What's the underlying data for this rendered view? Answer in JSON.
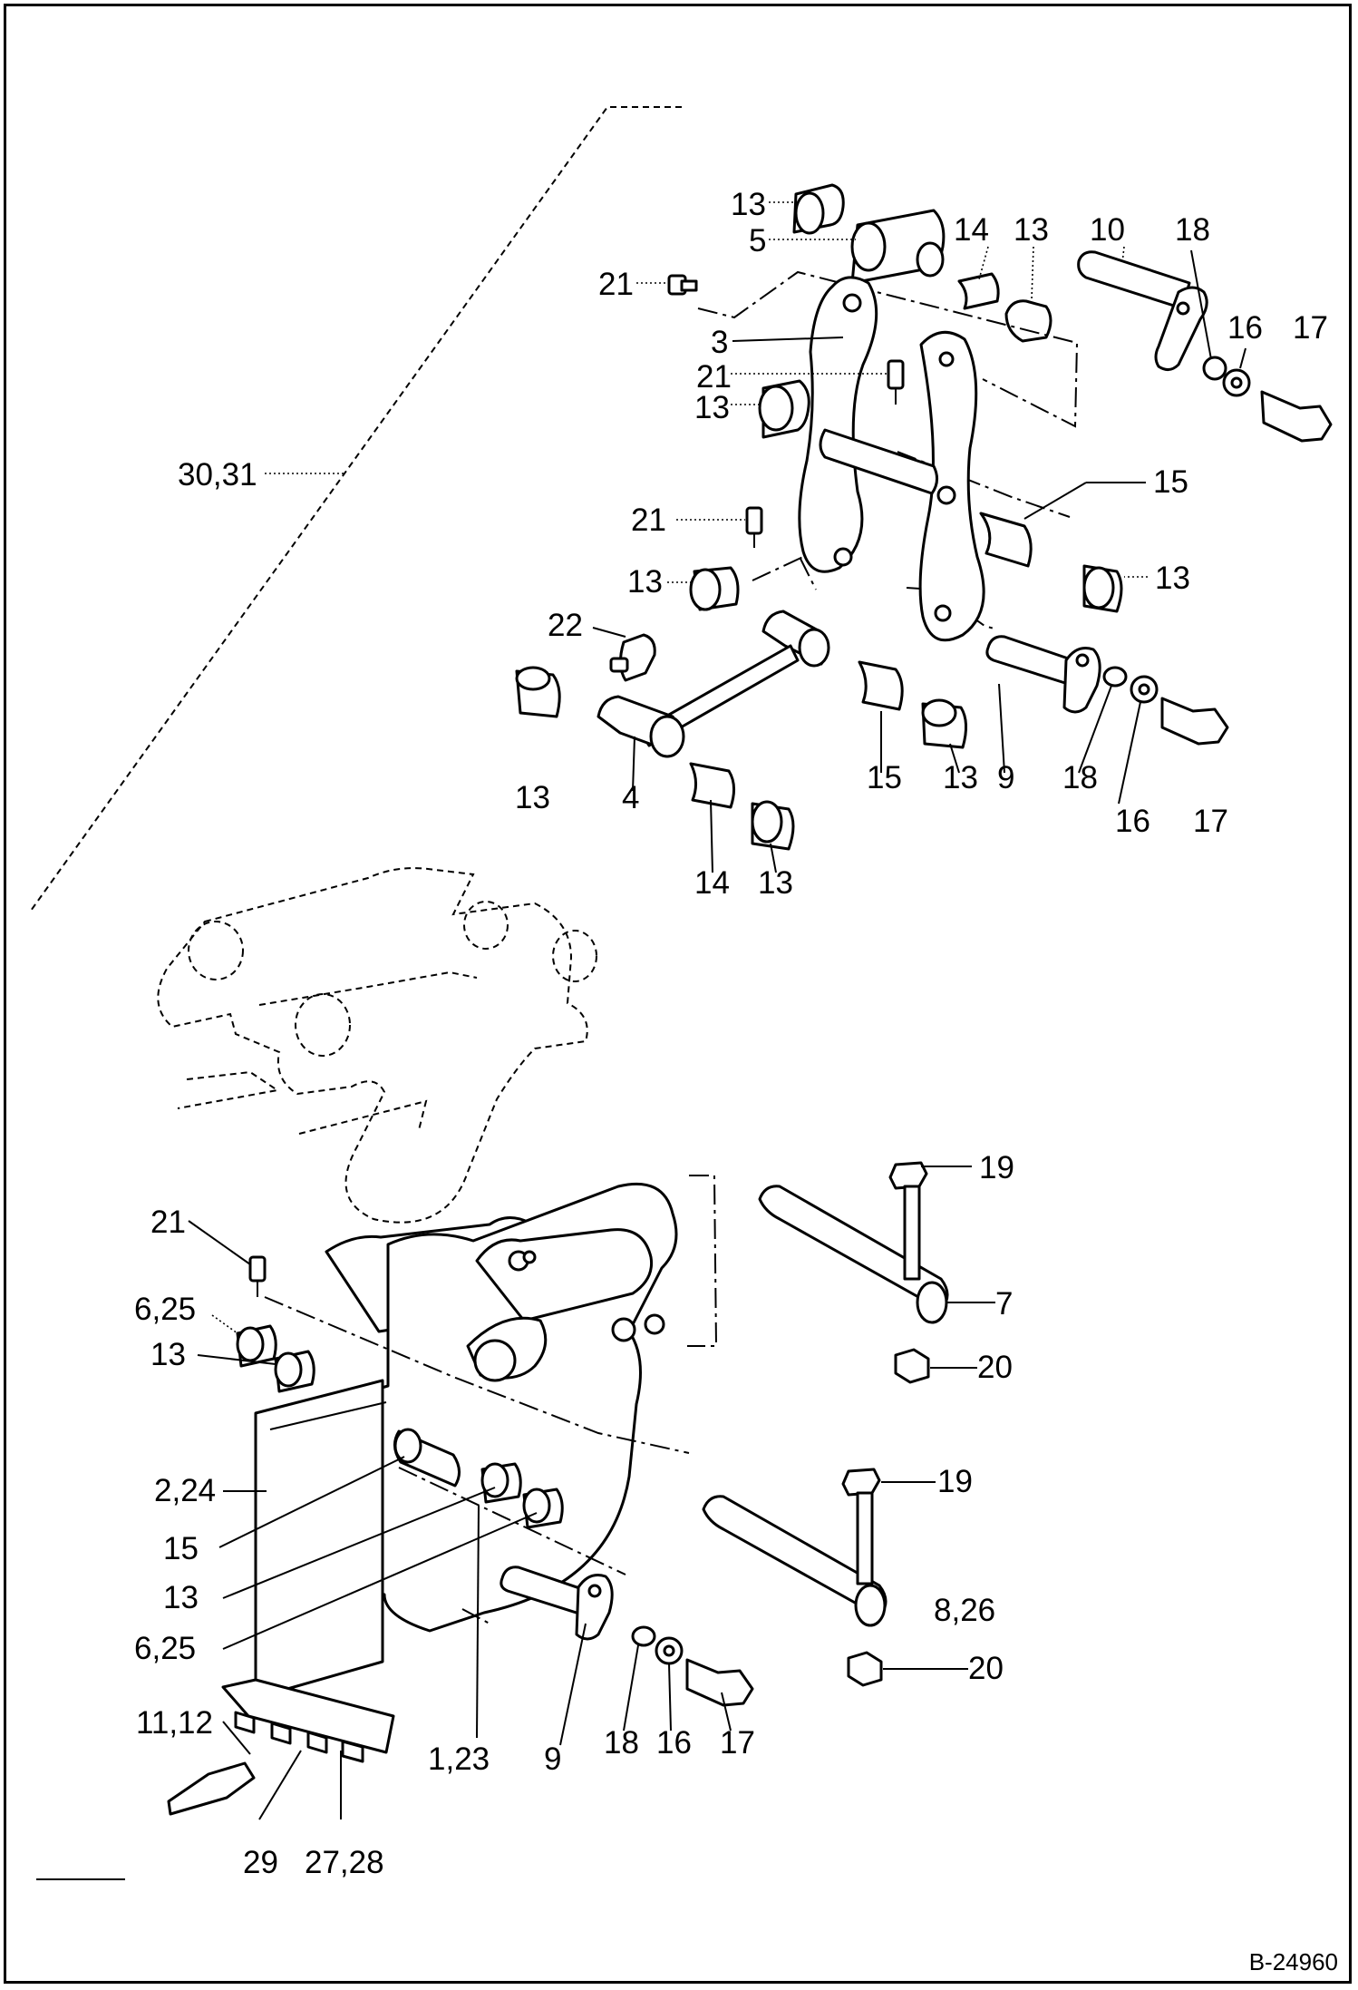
{
  "document": {
    "drawing_code": "B-24960"
  },
  "callouts": {
    "c01": "13",
    "c02": "5",
    "c03": "14",
    "c04": "13",
    "c05": "10",
    "c06": "18",
    "c07": "21",
    "c08": "16",
    "c09": "17",
    "c10": "3",
    "c11": "21",
    "c12": "13",
    "c13": "30,31",
    "c14": "15",
    "c15": "21",
    "c16": "13",
    "c17": "13",
    "c18": "22",
    "c19": "13",
    "c20": "4",
    "c21": "15",
    "c22": "13",
    "c23": "9",
    "c24": "18",
    "c25": "16",
    "c26": "17",
    "c27": "14",
    "c28": "13",
    "c29": "19",
    "c30": "21",
    "c31": "7",
    "c32": "6,25",
    "c33": "13",
    "c34": "20",
    "c35": "19",
    "c36": "2,24",
    "c37": "15",
    "c38": "8,26",
    "c39": "13",
    "c40": "6,25",
    "c41": "20",
    "c42": "11,12",
    "c43": "1,23",
    "c44": "9",
    "c45": "18",
    "c46": "16",
    "c47": "17",
    "c48": "29",
    "c49": "27,28"
  }
}
